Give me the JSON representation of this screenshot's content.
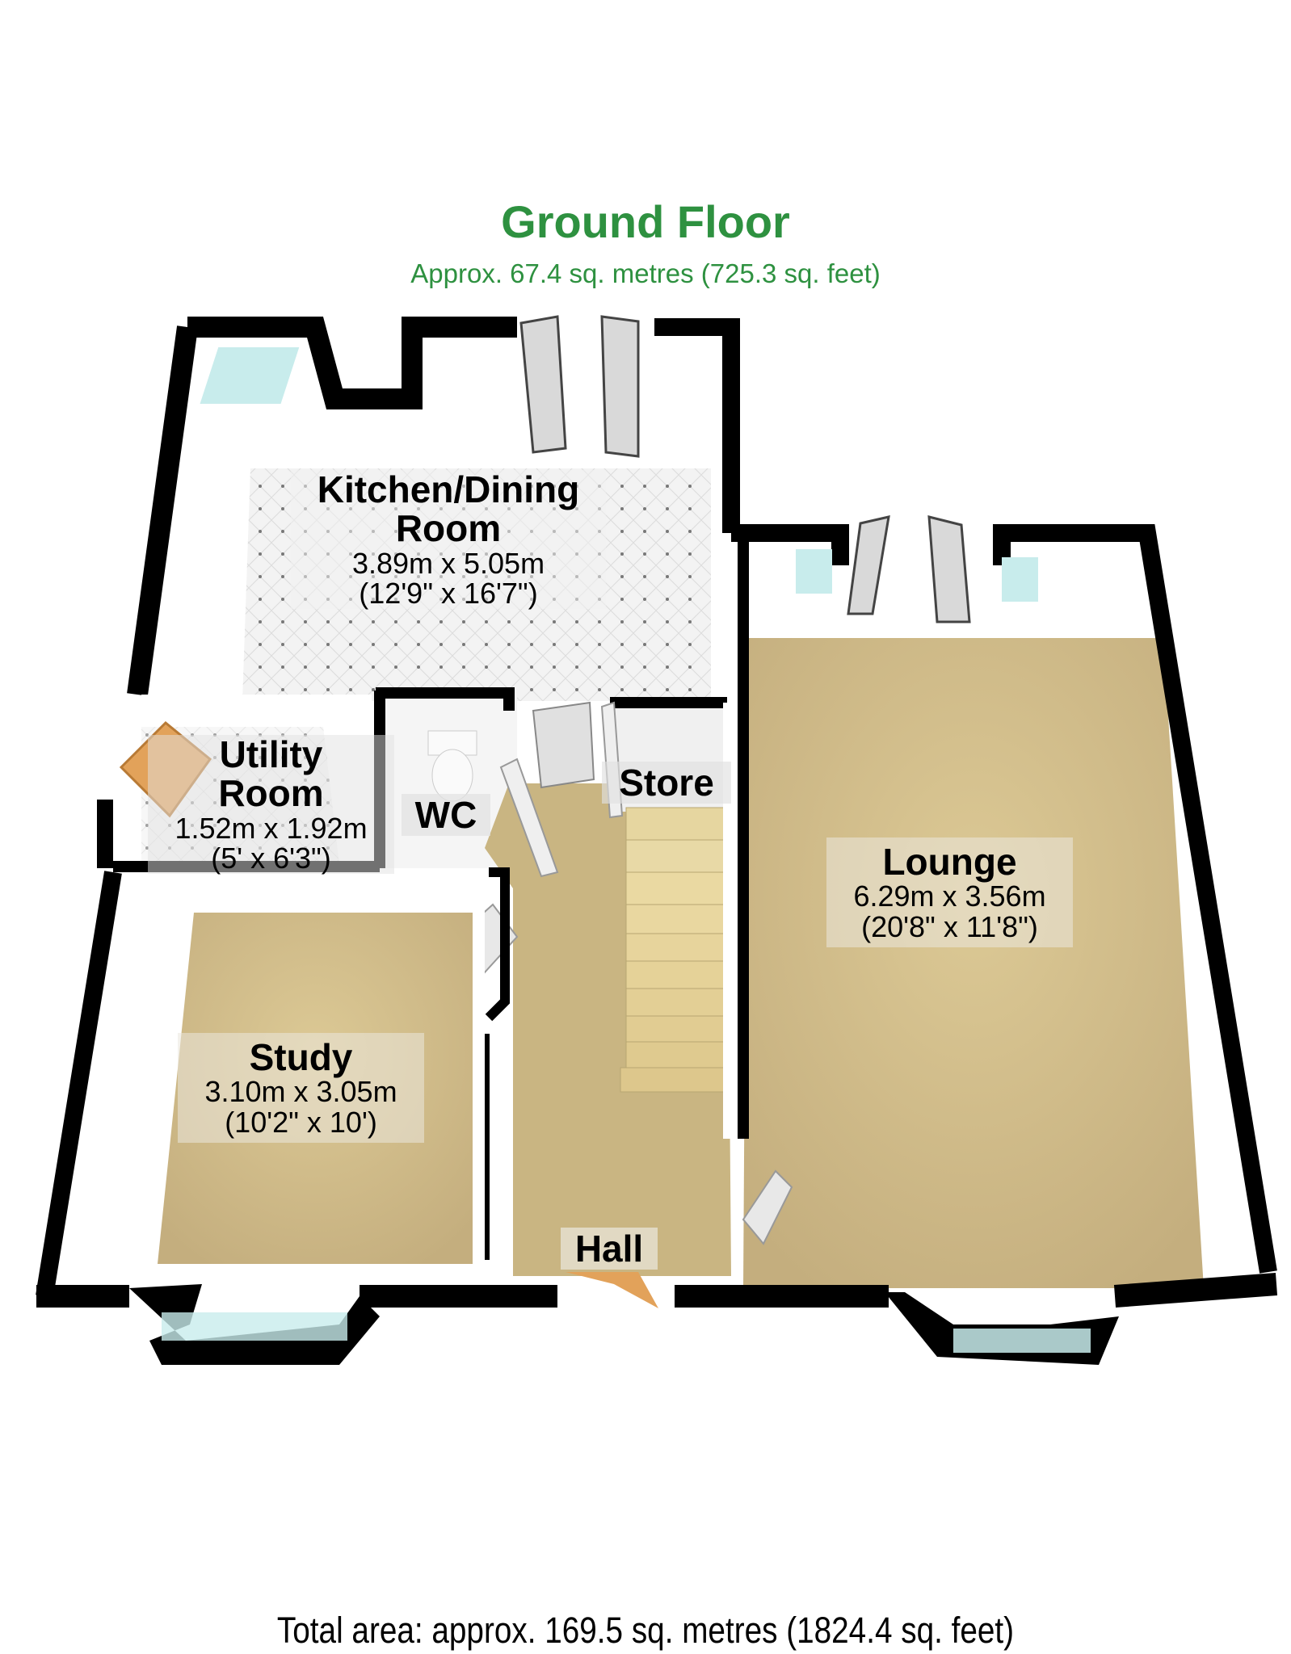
{
  "header": {
    "floor_name": "Ground Floor",
    "floor_area": "Approx. 67.4 sq. metres (725.3 sq. feet)"
  },
  "rooms": [
    {
      "id": "kitchen",
      "name": "Kitchen/Dining Room",
      "name_line1": "Kitchen/Dining",
      "name_line2": "Room",
      "metric": "3.89m x 5.05m",
      "imperial": "(12'9\" x 16'7\")"
    },
    {
      "id": "utility",
      "name": "Utility Room",
      "name_line1": "Utility",
      "name_line2": "Room",
      "metric": "1.52m x 1.92m",
      "imperial": "(5' x 6'3\")"
    },
    {
      "id": "wc",
      "name": "WC"
    },
    {
      "id": "store",
      "name": "Store"
    },
    {
      "id": "lounge",
      "name": "Lounge",
      "metric": "6.29m x 3.56m",
      "imperial": "(20'8\" x 11'8\")"
    },
    {
      "id": "study",
      "name": "Study",
      "metric": "3.10m x 3.05m",
      "imperial": "(10'2\" x 10')"
    },
    {
      "id": "hall",
      "name": "Hall"
    }
  ],
  "footer": {
    "total_area": "Total area: approx. 169.5 sq. metres (1824.4 sq. feet)"
  },
  "colors": {
    "title_green": "#2e9140",
    "wall": "#000000",
    "carpet": "#cdb98a",
    "tile_floor": "#f2f2f2",
    "window_glass": "#c8ecec",
    "door_wood": "#e2a25a"
  }
}
